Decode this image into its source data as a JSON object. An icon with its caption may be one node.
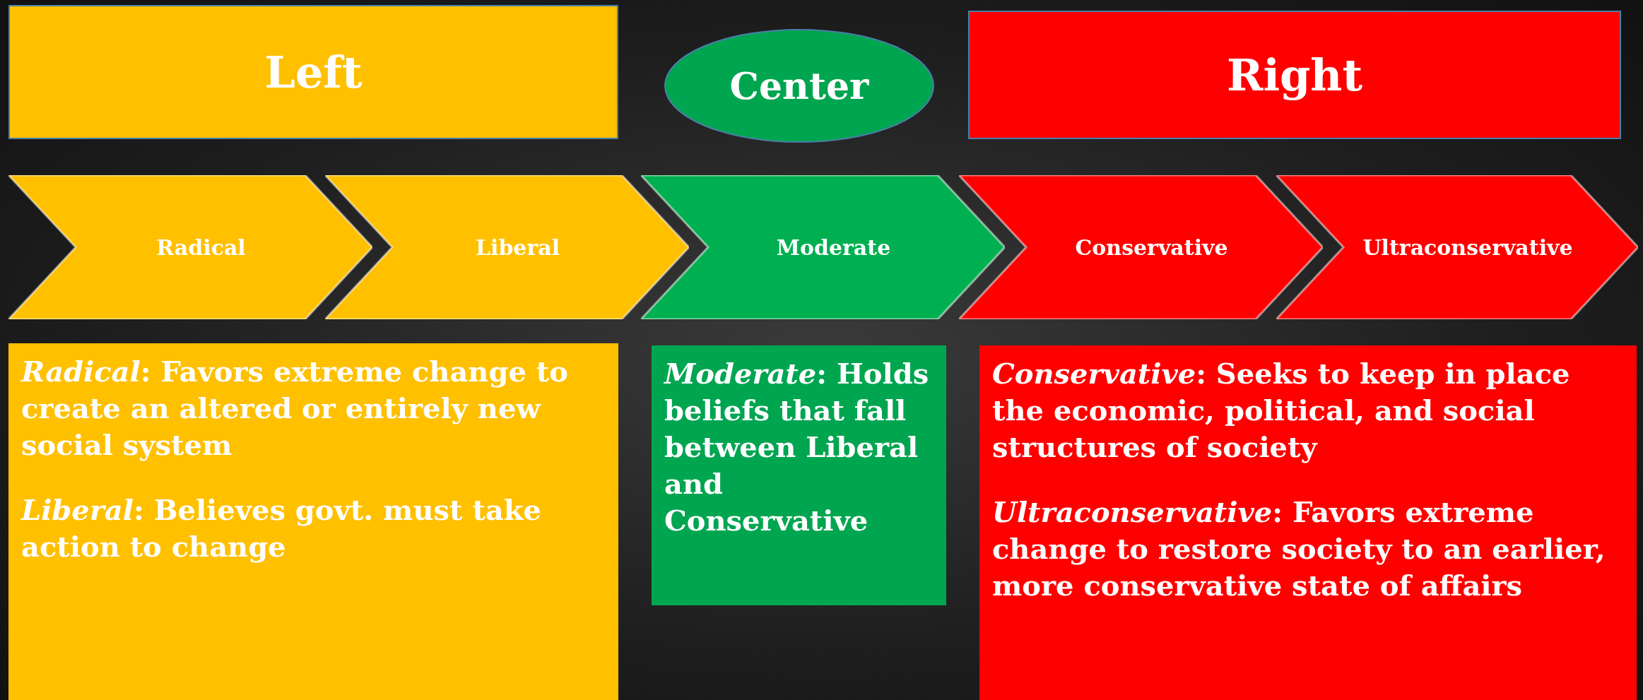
{
  "diagram": {
    "nodes": [
      {
        "text": [
          "Left"
        ]
      },
      {
        "text": [
          "Center"
        ]
      },
      {
        "text": [
          "Right"
        ]
      },
      {
        "text": [
          "Radical"
        ]
      },
      {
        "text": [
          "Liberal"
        ]
      },
      {
        "text": [
          "Moderate"
        ]
      },
      {
        "text": [
          "Conservative"
        ]
      },
      {
        "text": [
          "Ultraconservative"
        ]
      },
      {
        "text": [
          "*Radical*:  Favors extreme change to create an altered or entirely new social system",
          "*Liberal*:  Believes govt. must take action to change"
        ]
      },
      {
        "text": [
          "*Moderate*: Holds beliefs that fall between Liberal and Conservative"
        ]
      },
      {
        "text": [
          "*Conservative*:  Seeks to keep in place the economic, political, and social structures of society",
          "*Ultraconservative*:  Favors extreme change to restore society to an earlier, more conservative state of affairs"
        ]
      }
    ]
  }
}
